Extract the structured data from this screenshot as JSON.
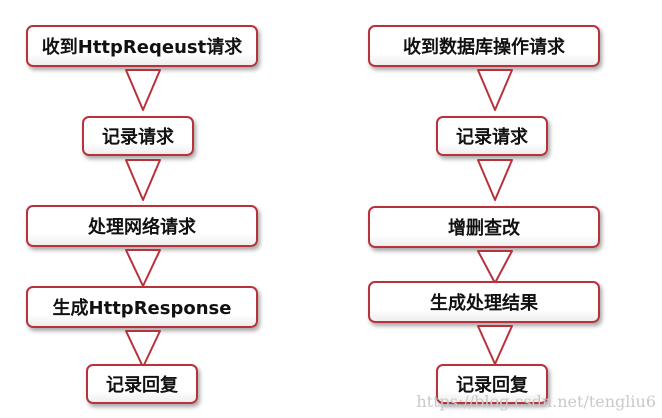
{
  "left_flow": {
    "steps": [
      "收到HttpReqeust请求",
      "记录请求",
      "处理网络请求",
      "生成HttpResponse",
      "记录回复"
    ]
  },
  "right_flow": {
    "steps": [
      "收到数据库操作请求",
      "记录请求",
      "增删查改",
      "生成处理结果",
      "记录回复"
    ]
  },
  "watermark": "https://blog.csdn.net/tengliu6",
  "colors": {
    "border": "#b8323c",
    "arrow_stroke": "#b8323c",
    "arrow_fill": "#ffffff",
    "text": "#111111"
  }
}
